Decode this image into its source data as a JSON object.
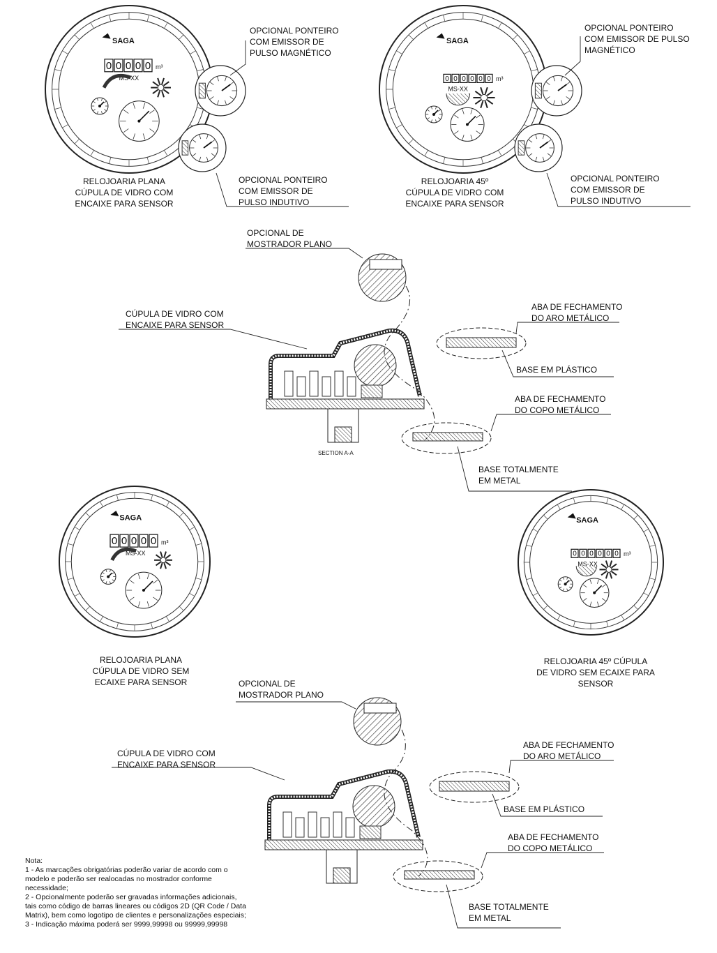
{
  "labels": {
    "top_left_title": [
      "RELOJOARIA  PLANA",
      "CÚPULA  DE VIDRO COM",
      "ENCAIXE PARA SENSOR"
    ],
    "top_left_opt_magnetic": [
      "OPCIONAL PONTEIRO",
      "COM EMISSOR DE",
      "PULSO MAGNÉTICO"
    ],
    "top_left_opt_inductive": [
      "OPCIONAL PONTEIRO",
      "COM EMISSOR DE",
      "PULSO INDUTIVO"
    ],
    "top_right_title": [
      "RELOJOARIA  45º",
      "CÚPULA  DE VIDRO COM",
      "ENCAIXE PARA SENSOR"
    ],
    "top_right_opt_magnetic": [
      "OPCIONAL PONTEIRO",
      "COM EMISSOR DE PULSO",
      "MAGNÉTICO"
    ],
    "top_right_opt_inductive": [
      "OPCIONAL PONTEIRO",
      "COM EMISSOR DE",
      "PULSO INDUTIVO"
    ],
    "mid_opt_display": [
      "OPCIONAL DE",
      "MOSTRADOR  PLANO"
    ],
    "mid_dome": [
      "CÚPULA DE VIDRO  COM",
      "ENCAIXE PARA SENSOR"
    ],
    "mid_ring_tab": [
      "ABA DE FECHAMENTO",
      "DO ARO METÁLICO"
    ],
    "mid_plastic_base": "BASE EM PLÁSTICO",
    "mid_cup_tab": [
      "ABA DE FECHAMENTO",
      "DO COPO METÁLICO"
    ],
    "mid_metal_base": [
      "BASE TOTALMENTE",
      "EM METAL"
    ],
    "section": "SECTION A-A",
    "bottom_left_title": [
      "RELOJOARIA  PLANA",
      "CÚPULA  DE VIDRO SEM",
      "ECAIXE PARA SENSOR"
    ],
    "bottom_right_title": [
      "RELOJOARIA 45º CÚPULA",
      "DE VIDRO SEM ECAIXE PARA",
      "SENSOR"
    ],
    "bot_opt_display": [
      "OPCIONAL DE",
      "MOSTRADOR  PLANO"
    ],
    "bot_dome": [
      "CÚPULA DE VIDRO  COM",
      "ENCAIXE PARA SENSOR"
    ],
    "bot_ring_tab": [
      "ABA DE FECHAMENTO",
      "DO ARO METÁLICO"
    ],
    "bot_plastic_base": "BASE EM PLÁSTICO",
    "bot_cup_tab": [
      "ABA DE FECHAMENTO",
      "DO COPO METÁLICO"
    ],
    "bot_metal_base": [
      "BASE TOTALMENTE",
      "EM METAL"
    ]
  },
  "dial": {
    "brand": "SAGA",
    "model": "MS-XX",
    "counter_digits": [
      "0",
      "0",
      "0",
      "0",
      "0"
    ],
    "counter_digits_45": [
      "0",
      "0",
      "0",
      "0",
      "0",
      "0"
    ],
    "unit": "m³"
  },
  "notes": [
    "Nota:",
    "1 - As marcações obrigatórias poderão variar de acordo com o",
    "modelo e poderão ser realocadas no mostrador conforme",
    "necessidade;",
    "2 - Opcionalmente poderão ser gravadas informações adicionais,",
    "tais como código de barras lineares ou códigos 2D (QR Code / Data",
    "Matrix), bem como logotipo de clientes e personalizações especiais;",
    "3 - Indicação máxima poderá ser 9999,99998 ou 99999,99998"
  ]
}
